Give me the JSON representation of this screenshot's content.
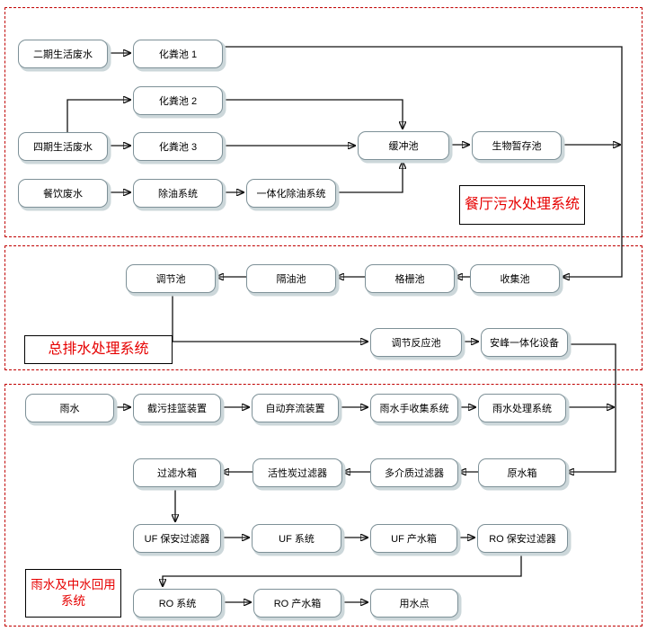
{
  "diagram": {
    "type": "flowchart",
    "background_color": "#ffffff",
    "arrow_color": "#111111",
    "node_border_color": "#7d9097",
    "node_shadow_color": "#ccd7da",
    "section_border_color": "#c00000",
    "section_label_text_color": "#e60000"
  },
  "sections": {
    "restaurant": {
      "title": "餐厅污水处理系统"
    },
    "main_drain": {
      "title": "总排水处理系统"
    },
    "rainwater": {
      "title": "雨水及中水回用系统"
    }
  },
  "nodes": {
    "n1": {
      "label": "二期生活废水"
    },
    "n2": {
      "label": "化粪池 1"
    },
    "n3": {
      "label": "化粪池 2"
    },
    "n4": {
      "label": "四期生活废水"
    },
    "n5": {
      "label": "化粪池 3"
    },
    "n6": {
      "label": "缓冲池"
    },
    "n7": {
      "label": "生物暂存池"
    },
    "n8": {
      "label": "餐饮废水"
    },
    "n9": {
      "label": "除油系统"
    },
    "n10": {
      "label": "一体化除油系统"
    },
    "n11": {
      "label": "调节池"
    },
    "n12": {
      "label": "隔油池"
    },
    "n13": {
      "label": "格栅池"
    },
    "n14": {
      "label": "收集池"
    },
    "n15": {
      "label": "调节反应池"
    },
    "n16": {
      "label": "安峰一体化设备"
    },
    "n17": {
      "label": "雨水"
    },
    "n18": {
      "label": "截污挂篮装置"
    },
    "n19": {
      "label": "自动弃流装置"
    },
    "n20": {
      "label": "雨水手收集系统"
    },
    "n21": {
      "label": "雨水处理系统"
    },
    "n22": {
      "label": "过滤水箱"
    },
    "n23": {
      "label": "活性炭过滤器"
    },
    "n24": {
      "label": "多介质过滤器"
    },
    "n25": {
      "label": "原水箱"
    },
    "n26": {
      "label": "UF 保安过滤器"
    },
    "n27": {
      "label": "UF 系统"
    },
    "n28": {
      "label": "UF 产水箱"
    },
    "n29": {
      "label": "RO 保安过滤器"
    },
    "n30": {
      "label": "RO 系统"
    },
    "n31": {
      "label": "RO 产水箱"
    },
    "n32": {
      "label": "用水点"
    }
  },
  "edges": [
    {
      "from": "二期生活废水",
      "to": "化粪池 1"
    },
    {
      "from": "化粪池 1",
      "to": "收集池"
    },
    {
      "from": "四期生活废水",
      "to": "化粪池 2"
    },
    {
      "from": "四期生活废水",
      "to": "化粪池 3"
    },
    {
      "from": "化粪池 2",
      "to": "缓冲池"
    },
    {
      "from": "化粪池 3",
      "to": "缓冲池"
    },
    {
      "from": "餐饮废水",
      "to": "除油系统"
    },
    {
      "from": "除油系统",
      "to": "一体化除油系统"
    },
    {
      "from": "一体化除油系统",
      "to": "缓冲池"
    },
    {
      "from": "缓冲池",
      "to": "生物暂存池"
    },
    {
      "from": "生物暂存池",
      "to": "收集池"
    },
    {
      "from": "收集池",
      "to": "格栅池"
    },
    {
      "from": "格栅池",
      "to": "隔油池"
    },
    {
      "from": "隔油池",
      "to": "调节池"
    },
    {
      "from": "调节池",
      "to": "调节反应池"
    },
    {
      "from": "调节反应池",
      "to": "安峰一体化设备"
    },
    {
      "from": "安峰一体化设备",
      "to": "原水箱"
    },
    {
      "from": "雨水",
      "to": "截污挂篮装置"
    },
    {
      "from": "截污挂篮装置",
      "to": "自动弃流装置"
    },
    {
      "from": "自动弃流装置",
      "to": "雨水手收集系统"
    },
    {
      "from": "雨水手收集系统",
      "to": "雨水处理系统"
    },
    {
      "from": "雨水处理系统",
      "to": "原水箱"
    },
    {
      "from": "原水箱",
      "to": "多介质过滤器"
    },
    {
      "from": "多介质过滤器",
      "to": "活性炭过滤器"
    },
    {
      "from": "活性炭过滤器",
      "to": "过滤水箱"
    },
    {
      "from": "过滤水箱",
      "to": "UF 保安过滤器"
    },
    {
      "from": "UF 保安过滤器",
      "to": "UF 系统"
    },
    {
      "from": "UF 系统",
      "to": "UF 产水箱"
    },
    {
      "from": "UF 产水箱",
      "to": "RO 保安过滤器"
    },
    {
      "from": "RO 保安过滤器",
      "to": "RO 系统"
    },
    {
      "from": "RO 系统",
      "to": "RO 产水箱"
    },
    {
      "from": "RO 产水箱",
      "to": "用水点"
    }
  ]
}
